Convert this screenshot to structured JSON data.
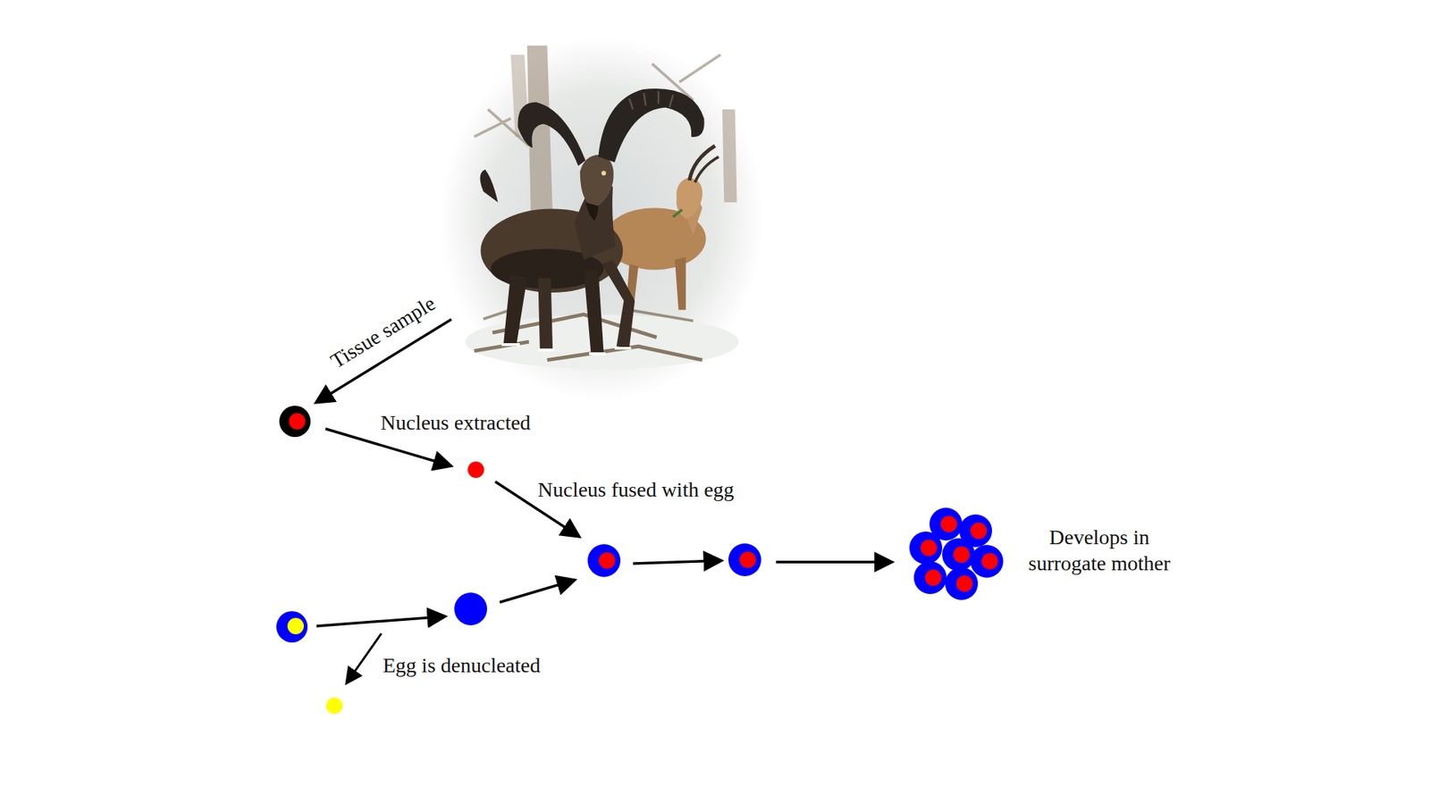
{
  "diagram": {
    "labels": [
      "Tissue sample",
      "Nucleus extracted",
      "Nucleus fused with egg",
      "Egg is denucleated",
      "Develops in surrogate mother"
    ]
  }
}
